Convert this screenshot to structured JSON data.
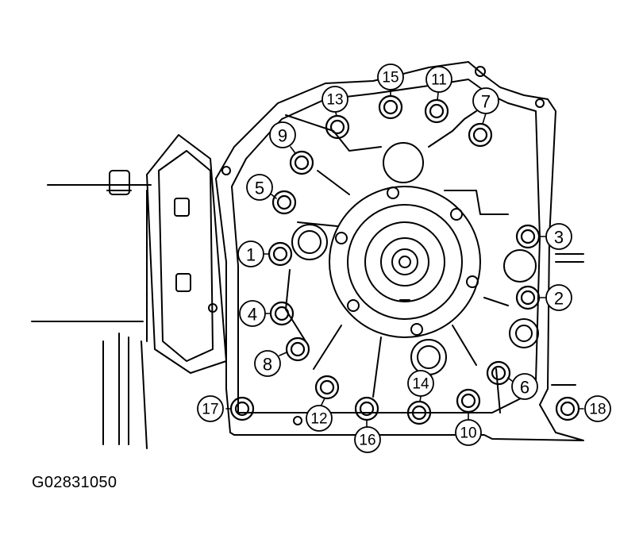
{
  "figure_code": "G02831050",
  "bolt_labels": [
    "1",
    "2",
    "3",
    "4",
    "5",
    "6",
    "7",
    "8",
    "9",
    "10",
    "11",
    "12",
    "13",
    "14",
    "15",
    "16",
    "17",
    "18"
  ],
  "colors": {
    "ink": "#000000",
    "paper": "#ffffff"
  }
}
